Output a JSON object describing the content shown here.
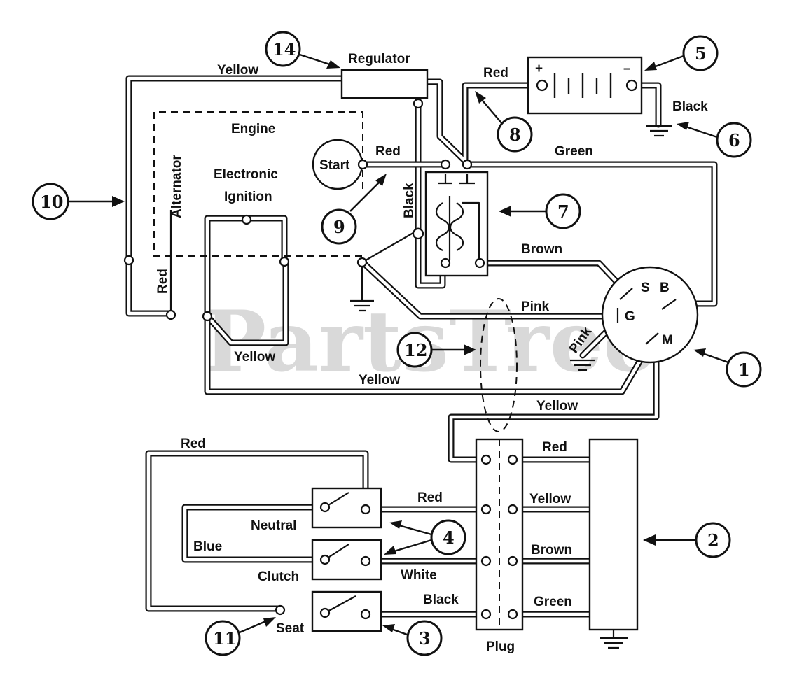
{
  "watermark": "PartsTree",
  "components": {
    "regulator": "Regulator",
    "engine": "Engine",
    "alternator": "Alternator",
    "electronic_ignition_line1": "Electronic",
    "electronic_ignition_line2": "Ignition",
    "start": "Start",
    "plug": "Plug"
  },
  "switches": {
    "neutral": "Neutral",
    "clutch": "Clutch",
    "seat": "Seat"
  },
  "ignition_terminals": {
    "s": "S",
    "b": "B",
    "g": "G",
    "m": "M"
  },
  "battery_terminals": {
    "positive": "+",
    "negative": "–"
  },
  "wire_labels": {
    "yellow_top": "Yellow",
    "red_battery": "Red",
    "black_battery": "Black",
    "red_start": "Red",
    "green_top": "Green",
    "black_vertical": "Black",
    "red_alternator": "Red",
    "brown_top": "Brown",
    "pink_main": "Pink",
    "pink_ground": "Pink",
    "yellow_ignition": "Yellow",
    "yellow_bottom": "Yellow",
    "yellow_m": "Yellow",
    "red_left": "Red",
    "red_plug_top": "Red",
    "red_neutral": "Red",
    "yellow_plug": "Yellow",
    "blue": "Blue",
    "brown_plug": "Brown",
    "white": "White",
    "black_seat": "Black",
    "green_plug": "Green"
  },
  "callouts": {
    "c1": "1",
    "c2": "2",
    "c3": "3",
    "c4": "4",
    "c5": "5",
    "c6": "6",
    "c7": "7",
    "c8": "8",
    "c9": "9",
    "c10": "10",
    "c11": "11",
    "c12": "12",
    "c14": "14"
  }
}
